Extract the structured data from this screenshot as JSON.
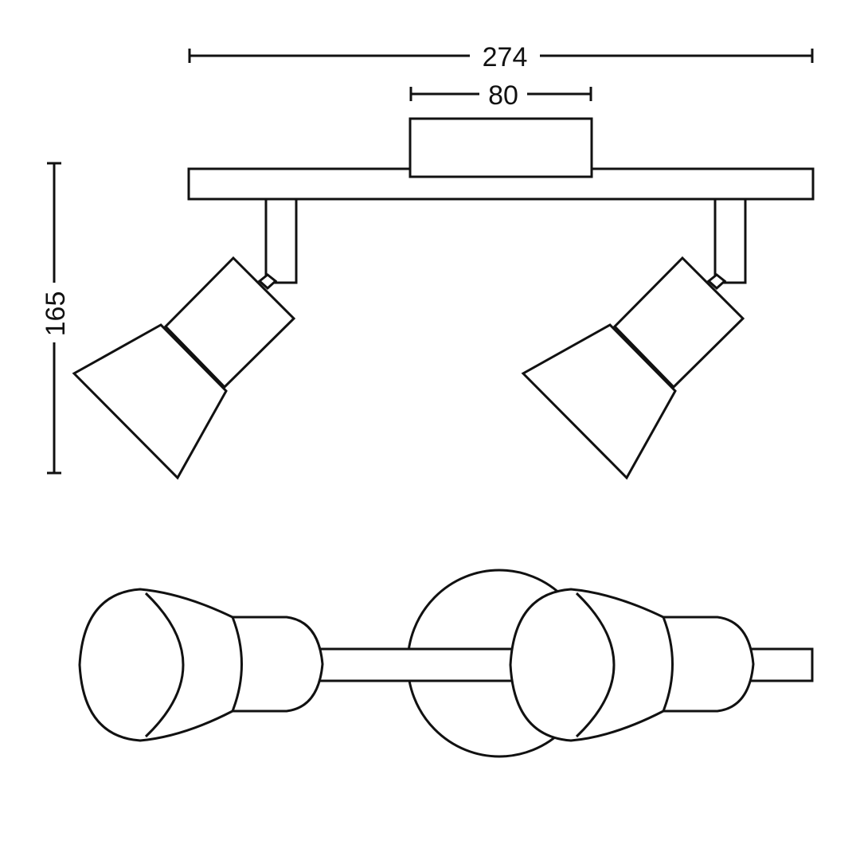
{
  "dimensions": {
    "total_width": "274",
    "mount_width": "80",
    "height": "165"
  },
  "colors": {
    "line": "#111111",
    "background": "#ffffff"
  }
}
